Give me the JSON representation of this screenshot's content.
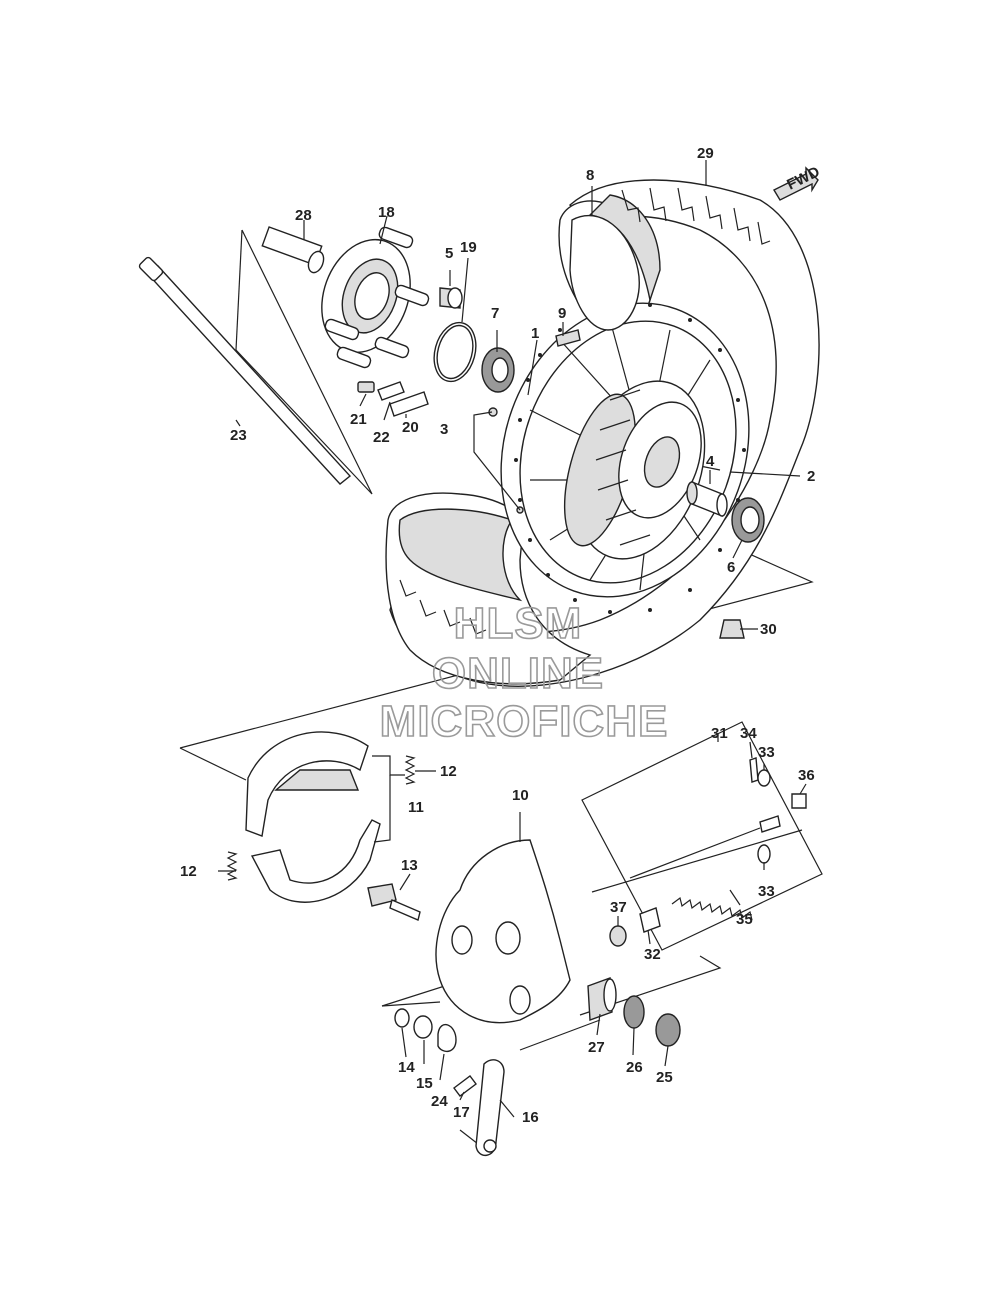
{
  "watermark": {
    "line1": "HLSM",
    "line2": "ONLINE",
    "line3": "MICROFICHE"
  },
  "fwd_arrow": {
    "label": "FWD"
  },
  "callouts": {
    "c1": "1",
    "c2": "2",
    "c3": "3",
    "c4": "4",
    "c5": "5",
    "c6": "6",
    "c7": "7",
    "c8": "8",
    "c9": "9",
    "c10": "10",
    "c11": "11",
    "c12a": "12",
    "c12b": "12",
    "c13": "13",
    "c14": "14",
    "c15": "15",
    "c16": "16",
    "c17": "17",
    "c18": "18",
    "c19": "19",
    "c20": "20",
    "c21": "21",
    "c22": "22",
    "c23": "23",
    "c24": "24",
    "c25": "25",
    "c26": "26",
    "c27": "27",
    "c28": "28",
    "c29": "29",
    "c30": "30",
    "c31": "31",
    "c32": "32",
    "c33a": "33",
    "c33b": "33",
    "c34": "34",
    "c35": "35",
    "c36": "36",
    "c37": "37"
  }
}
